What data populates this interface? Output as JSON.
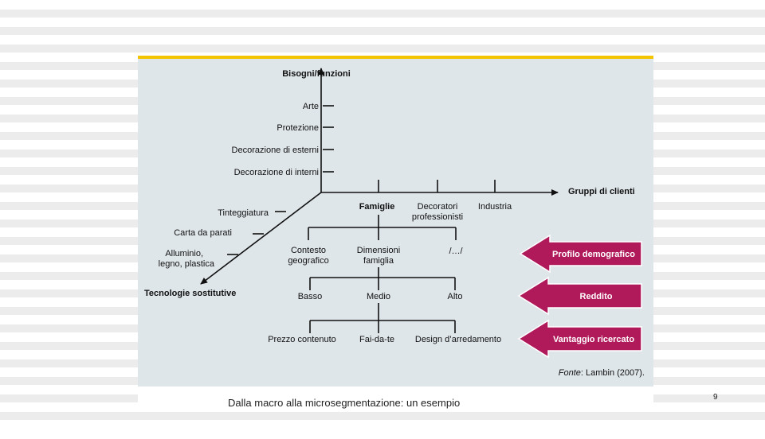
{
  "diagram": {
    "y_axis_label": "Bisogni/funzioni",
    "y_items": [
      "Arte",
      "Protezione",
      "Decorazione di esterni",
      "Decorazione di interni"
    ],
    "x_axis_label": "Gruppi di clienti",
    "x_items": [
      {
        "lines": [
          "Famiglie"
        ],
        "bold": true
      },
      {
        "lines": [
          "Decoratori",
          "professionisti"
        ],
        "bold": false
      },
      {
        "lines": [
          "Industria"
        ],
        "bold": false
      }
    ],
    "z_axis_label": "Tecnologie sostitutive",
    "z_items": [
      [
        "Tinteggiatura"
      ],
      [
        "Carta da parati"
      ],
      [
        "Alluminio,",
        "legno, plastica"
      ]
    ],
    "level1": [
      [
        "Contesto",
        "geografico"
      ],
      [
        "Dimensioni",
        "famiglia"
      ],
      [
        "/…/"
      ]
    ],
    "level2": [
      "Basso",
      "Medio",
      "Alto"
    ],
    "level3": [
      "Prezzo contenuto",
      "Fai-da-te",
      "Design d’arredamento"
    ],
    "arrows": [
      "Profilo demografico",
      "Reddito",
      "Vantaggio ricercato"
    ],
    "source_prefix": "Fonte",
    "source_text": ": Lambin (2007)."
  },
  "caption": "Dalla macro alla microsegmentazione: un esempio",
  "page_number": "9",
  "colors": {
    "arrow_fill": "#b0195a",
    "diagram_bg": "#dfe6ea",
    "accent_line": "#f2c500"
  }
}
